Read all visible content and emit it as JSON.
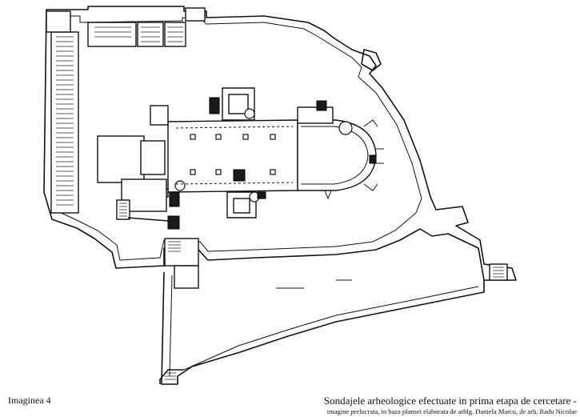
{
  "figure_label": "Imaginea 4",
  "caption": {
    "title": "Sondajele arheologice efectuate in prima etapa de cercetare -",
    "credit": "imagine prelucrata, in baza plansei elaborata de arhlg. Daniela Marcu, de arh. Radu Nicolae"
  },
  "colors": {
    "ink": "#111111",
    "paper": "#ffffff",
    "sondaj_fill": "#1a1a1a"
  }
}
